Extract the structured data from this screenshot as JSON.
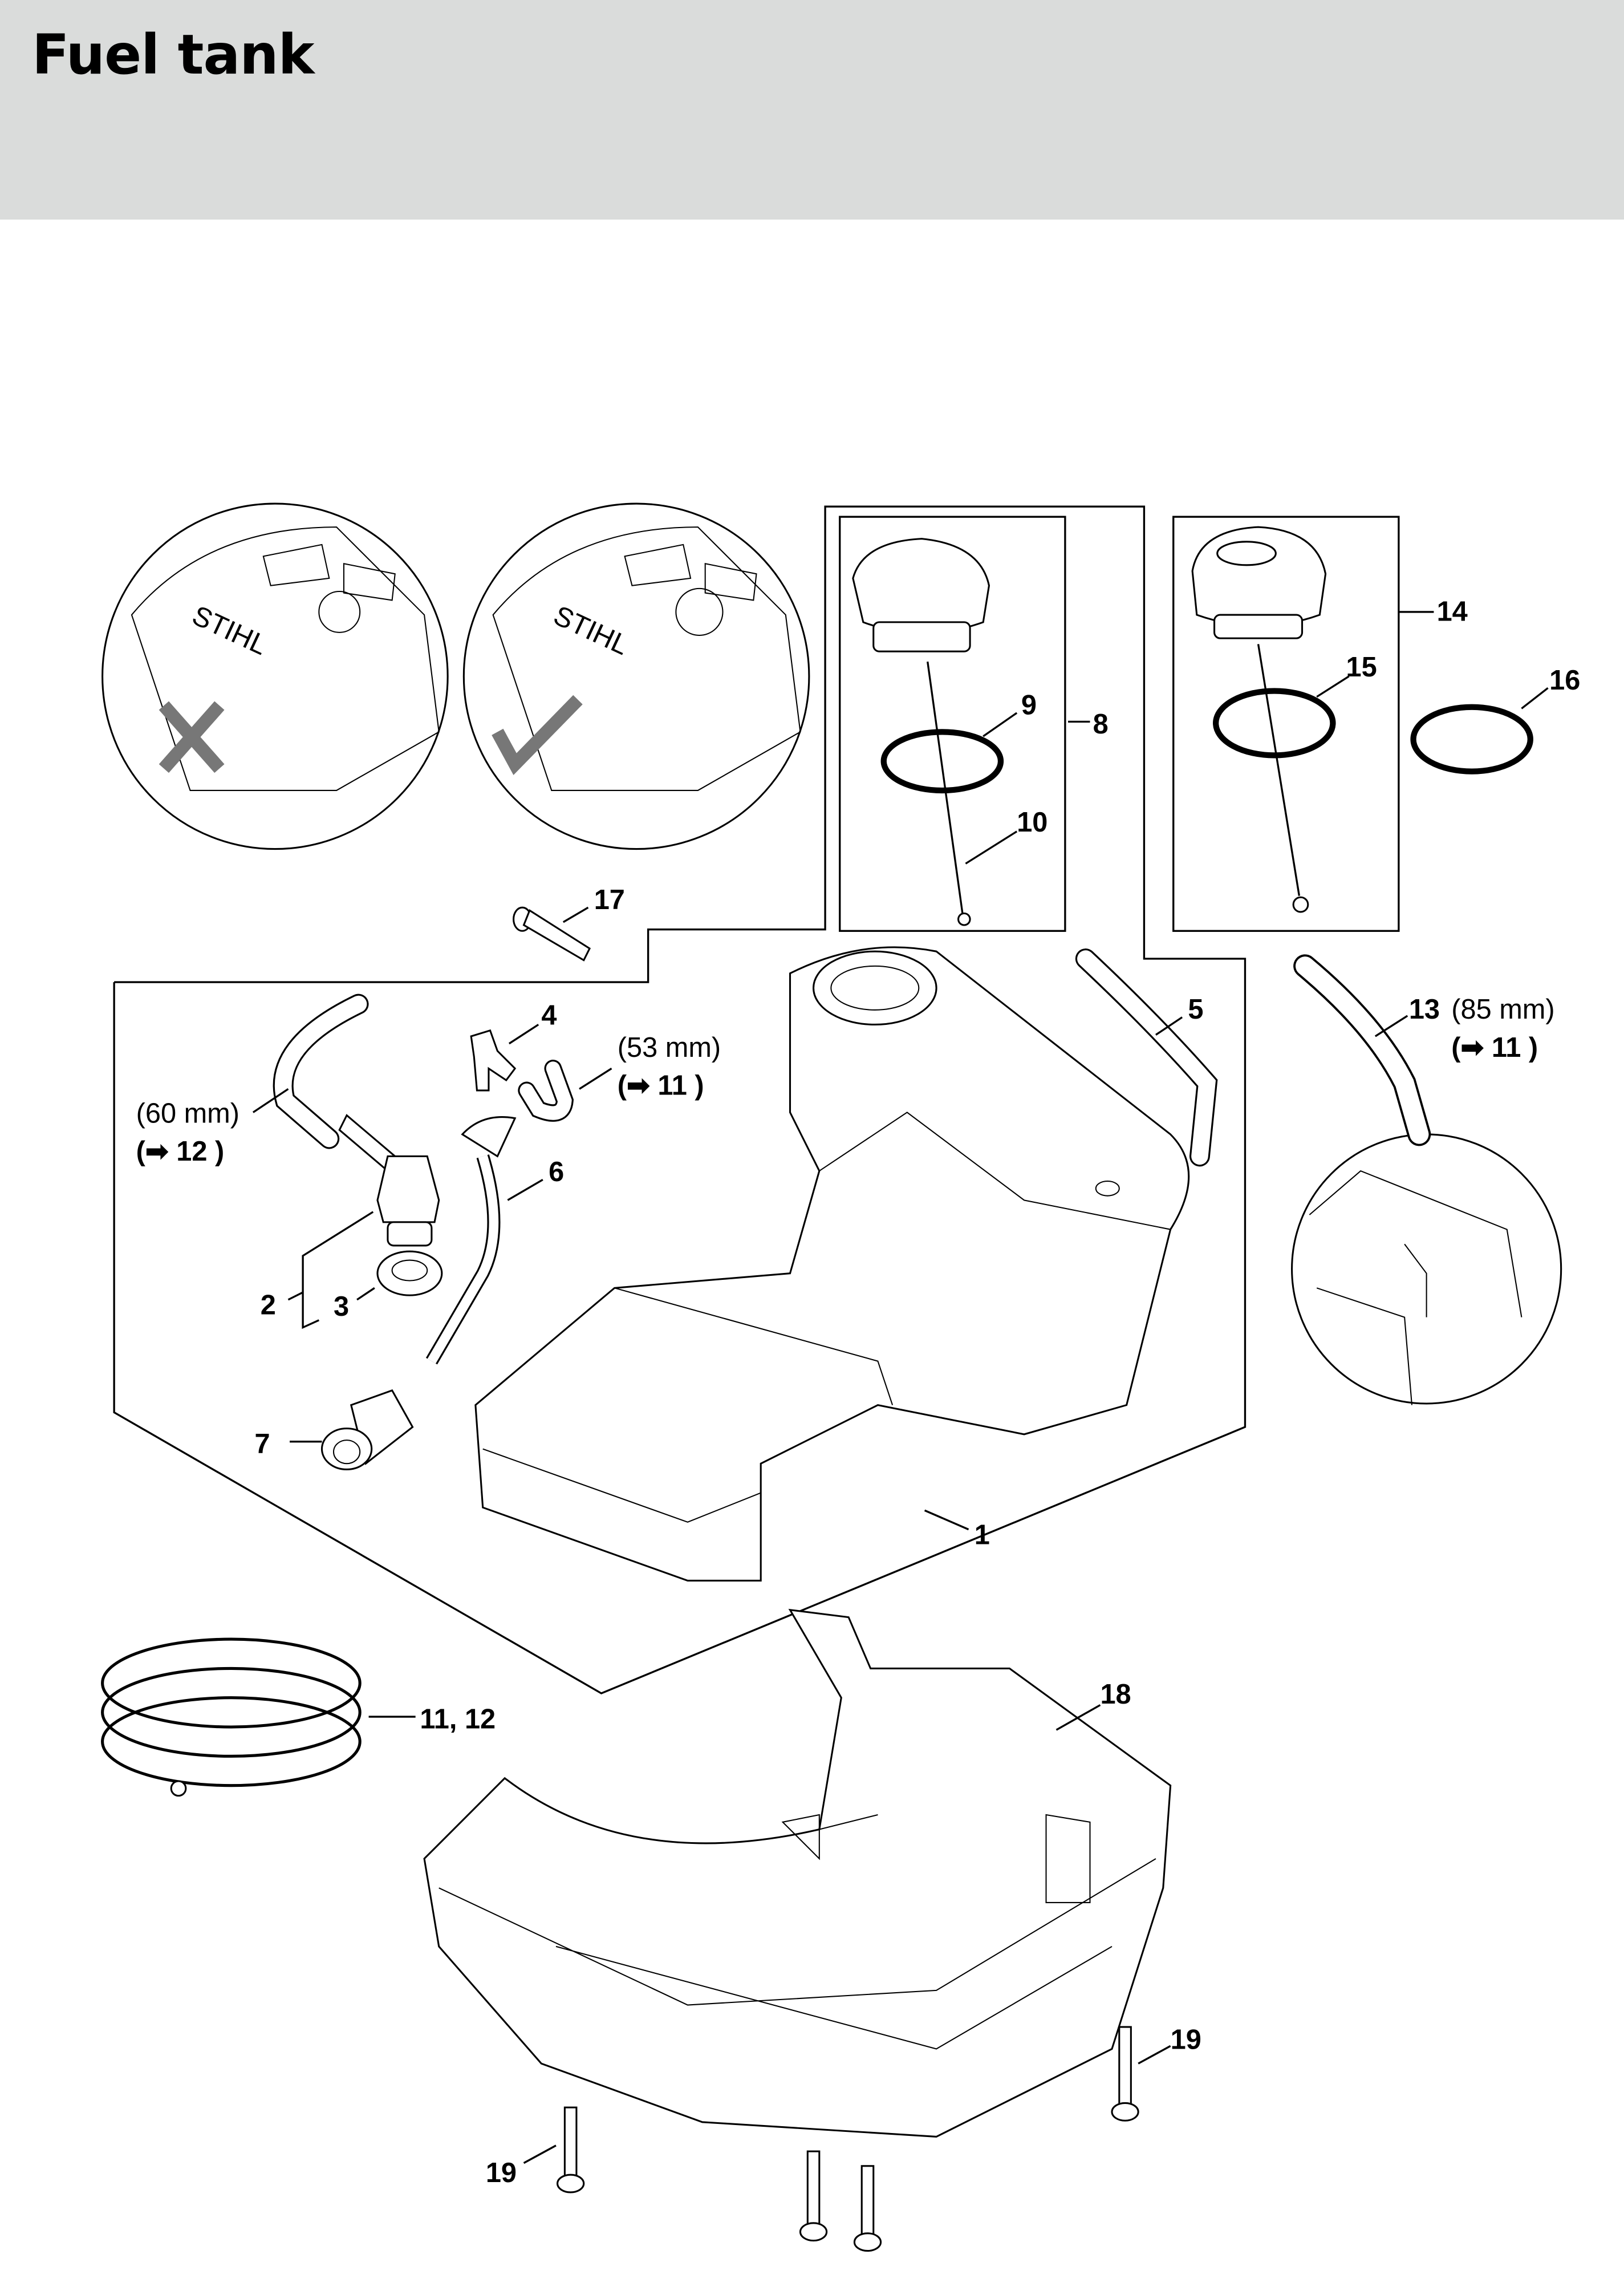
{
  "header": {
    "title": "Fuel tank"
  },
  "callouts": {
    "p1": "1",
    "p2": "2",
    "p3": "3",
    "p4": "4",
    "p5": "5",
    "p6": "6",
    "p7": "7",
    "p8": "8",
    "p9": "9",
    "p10": "10",
    "p13": "13",
    "p13_note": "(85 mm)",
    "p13_ref": "(➡ 11 )",
    "p14": "14",
    "p15": "15",
    "p16": "16",
    "p17": "17",
    "p18": "18",
    "p19a": "19",
    "p19b": "19",
    "p1112": "11, 12",
    "hose53_note": "(53 mm)",
    "hose53_ref": "(➡ 11 )",
    "hose60_note": "(60 mm)",
    "hose60_ref": "(➡ 12 )"
  },
  "detail_views": {
    "wrong_label": "STIHL",
    "right_label": "STIHL",
    "wrong_mark": "cross-icon",
    "right_mark": "check-icon"
  },
  "colors": {
    "header_bg": "#dadcdb",
    "mark_gray": "#777777"
  }
}
